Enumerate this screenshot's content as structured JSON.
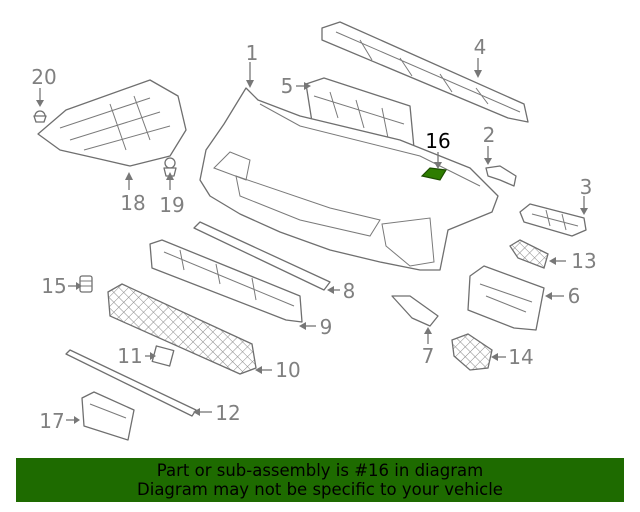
{
  "callouts": {
    "c1": "1",
    "c2": "2",
    "c3": "3",
    "c4": "4",
    "c5": "5",
    "c6": "6",
    "c7": "7",
    "c8": "8",
    "c9": "9",
    "c10": "10",
    "c11": "11",
    "c12": "12",
    "c13": "13",
    "c14": "14",
    "c15": "15",
    "c16": "16",
    "c17": "17",
    "c18": "18",
    "c19": "19",
    "c20": "20"
  },
  "highlighted_part": "16",
  "colors": {
    "banner_bg": "#1e6b00",
    "highlight_part": "#2e7d00",
    "line": "#6f6f6f"
  },
  "banner": {
    "line1": "Part or sub-assembly is #16 in diagram",
    "line2": "Diagram may not be specific to your vehicle"
  }
}
